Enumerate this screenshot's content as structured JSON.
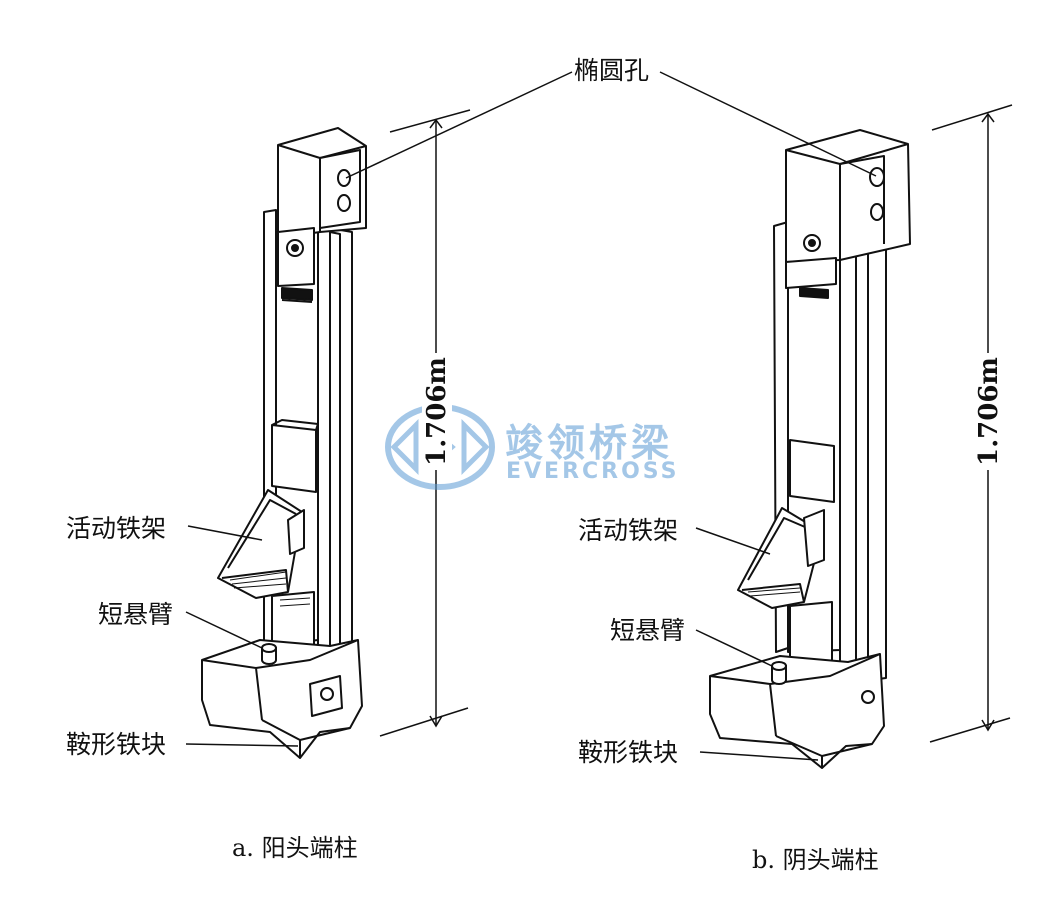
{
  "labels": {
    "elliptical_hole": "椭圆孔",
    "movable_bracket_a": "活动铁架",
    "short_cantilever_a": "短悬臂",
    "saddle_block_a": "鞍形铁块",
    "movable_bracket_b": "活动铁架",
    "short_cantilever_b": "短悬臂",
    "saddle_block_b": "鞍形铁块"
  },
  "dimensions": {
    "height_a": "1.706m",
    "height_b": "1.706m"
  },
  "captions": {
    "a": "a. 阳头端柱",
    "b": "b. 阴头端柱"
  },
  "watermark": {
    "text_cn": "竣领桥梁",
    "text_en": "EVERCROSS",
    "color": "#5b9bd5"
  }
}
